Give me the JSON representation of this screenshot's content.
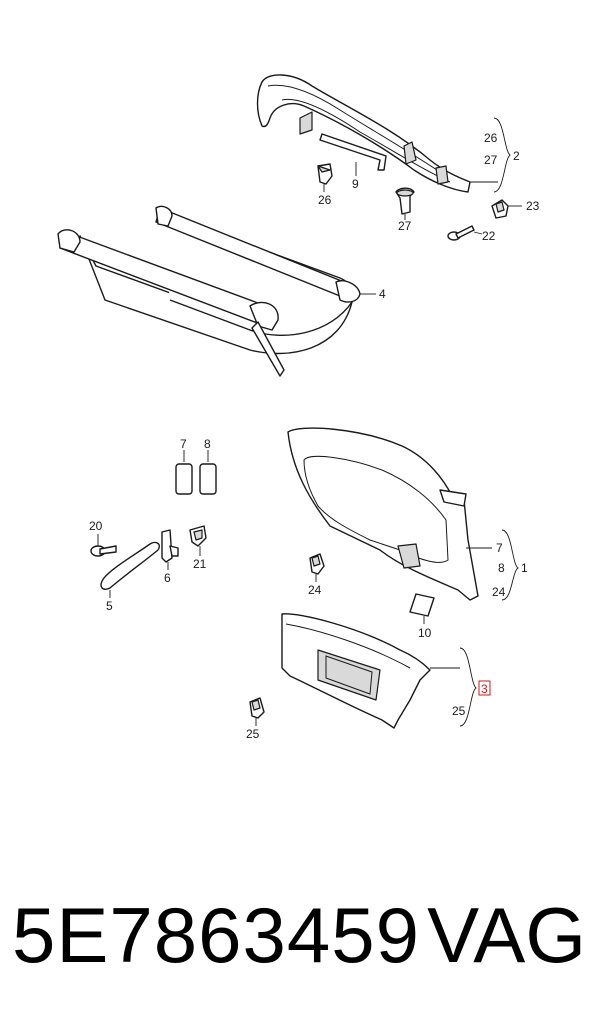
{
  "labels": {
    "l26a": "26",
    "l27a": "27",
    "l2": "2",
    "l9": "9",
    "l26b": "26",
    "l27b": "27",
    "l23": "23",
    "l22": "22",
    "l4": "4",
    "l7a": "7",
    "l8a": "8",
    "l20": "20",
    "l21": "21",
    "l6": "6",
    "l5": "5",
    "l24a": "24",
    "l7b": "7",
    "l8b": "8",
    "l1": "1",
    "l24b": "24",
    "l10": "10",
    "l3": "3",
    "l25a": "25",
    "l25b": "25"
  },
  "highlight_color": "#cc1a1a",
  "footer": {
    "part_number": "5E7863459",
    "brand": "VAG"
  }
}
